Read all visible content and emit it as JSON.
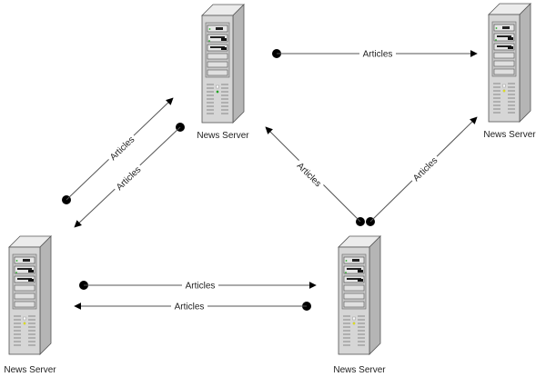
{
  "diagram": {
    "title": "",
    "nodes": [
      {
        "id": "top-center",
        "label": "News Server"
      },
      {
        "id": "top-right",
        "label": "News Server"
      },
      {
        "id": "bottom-left",
        "label": "News Server"
      },
      {
        "id": "bottom-center",
        "label": "News Server"
      }
    ],
    "edges": [
      {
        "from": "top-center",
        "to": "top-right",
        "label": "Articles"
      },
      {
        "from": "bottom-left",
        "to": "top-center",
        "label": "Articles"
      },
      {
        "from": "top-center",
        "to": "bottom-left",
        "label": "Articles"
      },
      {
        "from": "bottom-center",
        "to": "top-center",
        "label": "Articles"
      },
      {
        "from": "bottom-center",
        "to": "top-right",
        "label": "Articles"
      },
      {
        "from": "bottom-left",
        "to": "bottom-center",
        "label": "Articles"
      },
      {
        "from": "bottom-center",
        "to": "bottom-left",
        "label": "Articles"
      }
    ],
    "colors": {
      "line": "#555555",
      "server_body": "#d4d4d4",
      "server_side": "#b8b8b8",
      "led_green": "#22aa22",
      "led_yellow": "#dddd22"
    }
  }
}
